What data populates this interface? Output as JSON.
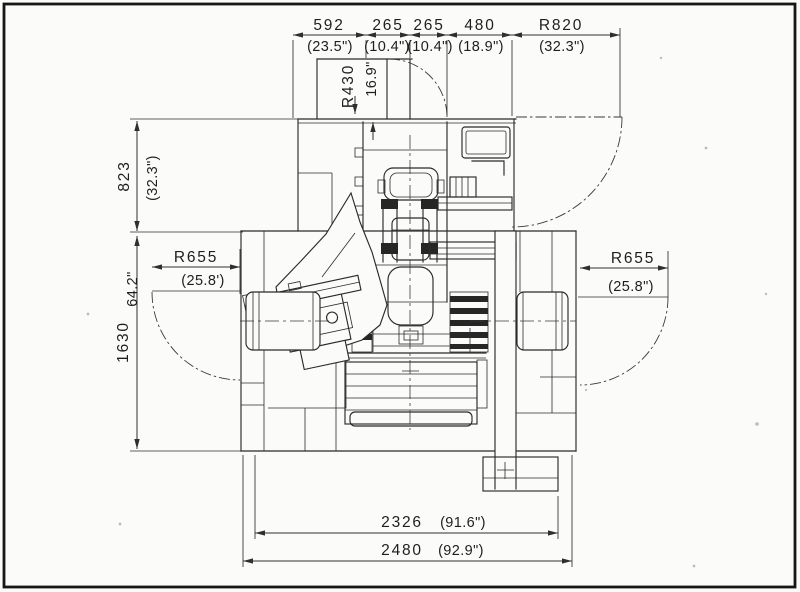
{
  "drawing": {
    "top_dims": [
      {
        "mm": "592",
        "inch": "(23.5\")"
      },
      {
        "mm": "265",
        "inch": "(10.4\")"
      },
      {
        "mm": "265",
        "inch": "(10.4\")"
      },
      {
        "mm": "480",
        "inch": "(18.9\")"
      },
      {
        "mm": "R820",
        "inch": "(32.3\")"
      }
    ],
    "radius_r430": {
      "mm": "R430",
      "inch": "16.9\""
    },
    "height_upper": {
      "mm": "823",
      "inch": "(32.3\")"
    },
    "height_lower": {
      "mm": "1630",
      "inch": "64.2\""
    },
    "radius_left": {
      "mm": "R655",
      "inch": "(25.8')"
    },
    "radius_right": {
      "mm": "R655",
      "inch": "(25.8\")"
    },
    "width_inner": {
      "mm": "2326",
      "inch": "(91.6\")"
    },
    "width_outer": {
      "mm": "2480",
      "inch": "(92.9\")"
    }
  }
}
